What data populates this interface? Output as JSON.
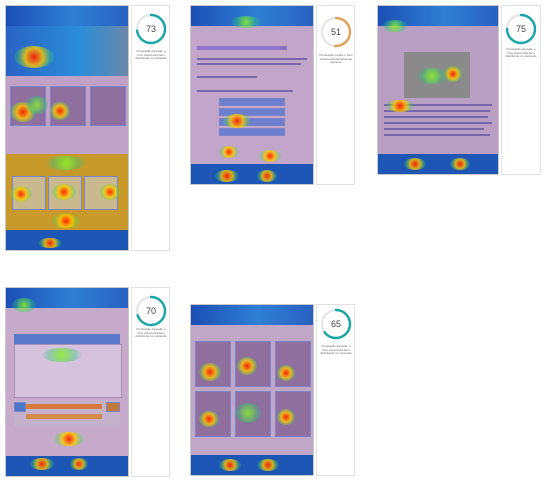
{
  "cards": [
    {
      "id": "home",
      "score": "73",
      "percent": 73,
      "ring_color": "#1aa5a9",
      "caption": "Pontuação elevada: o foco visual está bem distribuído no conteúdo"
    },
    {
      "id": "conselheiros",
      "score": "51",
      "percent": 51,
      "ring_color": "#e3a25c",
      "caption": "Pontuação média: o foco visual está parcialmente disperso"
    },
    {
      "id": "noticia",
      "score": "75",
      "percent": 75,
      "ring_color": "#1aa5a9",
      "caption": "Pontuação elevada: o foco visual está bem distribuído no conteúdo"
    },
    {
      "id": "calendario",
      "score": "70",
      "percent": 70,
      "ring_color": "#1aa5a9",
      "caption": "Pontuação elevada: o foco visual está bem distribuído no conteúdo"
    },
    {
      "id": "noticias",
      "score": "65",
      "percent": 65,
      "ring_color": "#1aa5a9",
      "caption": "Pontuação elevada: o foco visual está bem distribuído no conteúdo"
    }
  ]
}
